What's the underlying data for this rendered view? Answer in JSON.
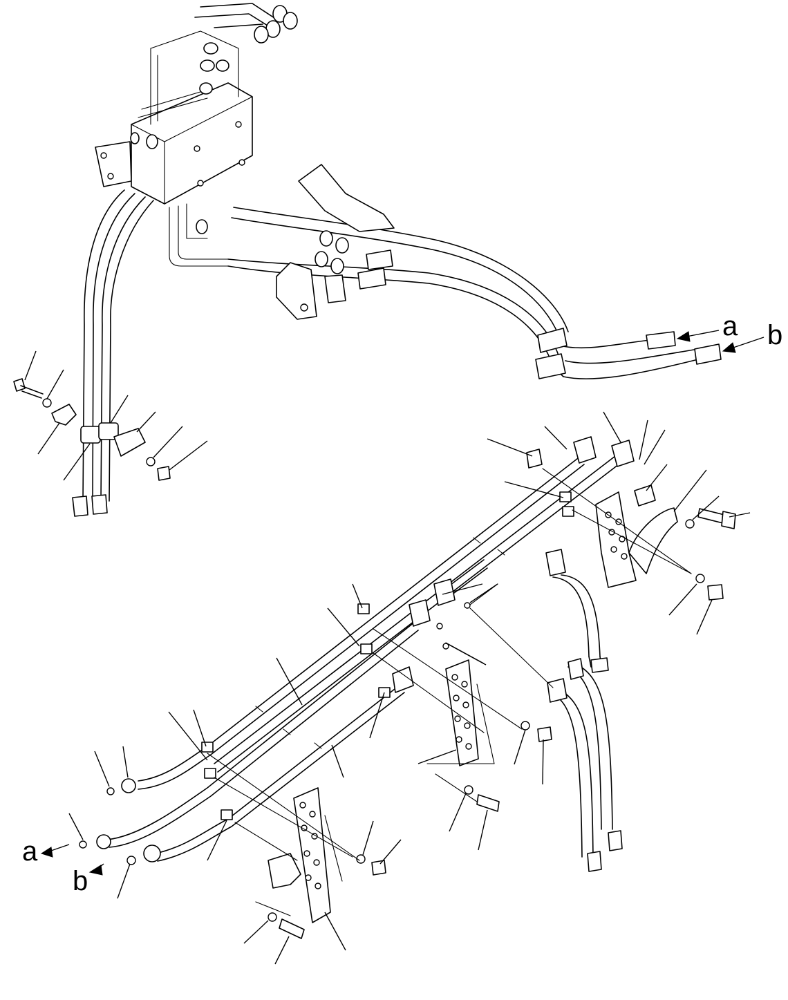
{
  "figure": {
    "ref_labels": {
      "a_top": "a",
      "b_top": "b",
      "a_bottom": "a",
      "b_bottom": "b"
    }
  }
}
